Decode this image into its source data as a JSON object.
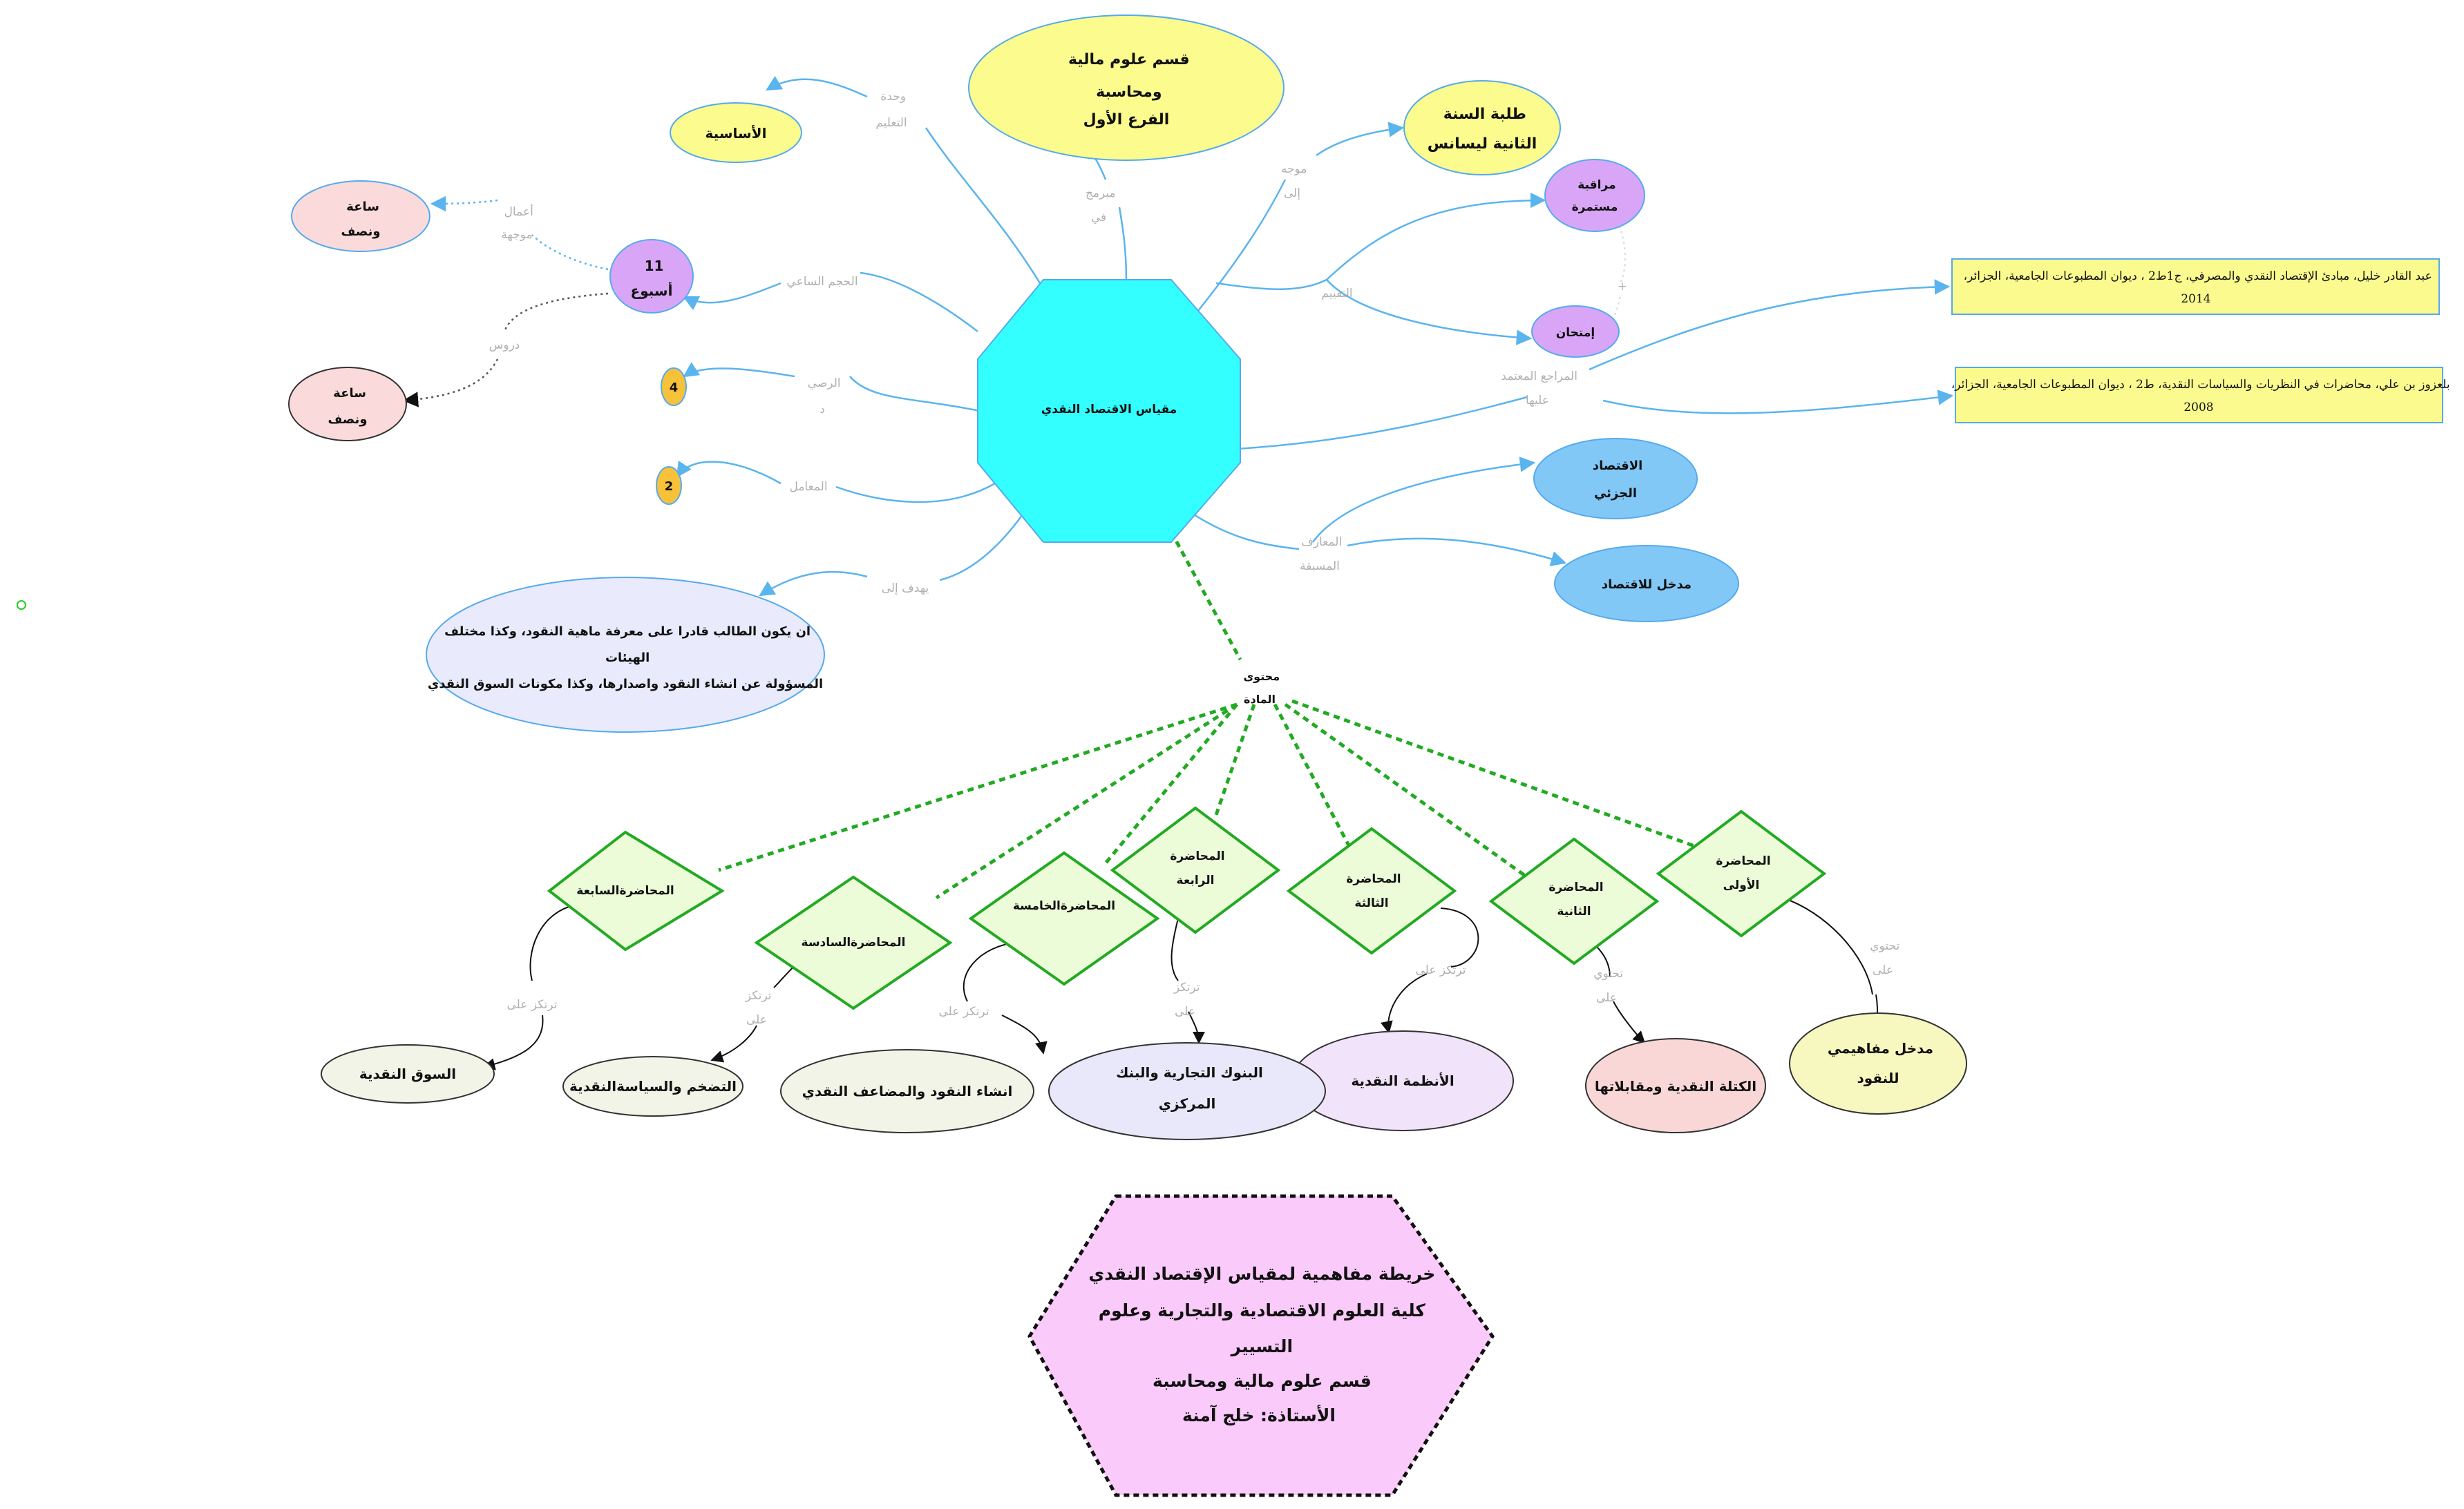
{
  "central": {
    "label": "مقياس الاقتصاد النقدي"
  },
  "nodes": {
    "department": [
      "قسم علوم     مالية",
      "ومحاسبة",
      "الفرع الأول"
    ],
    "students": [
      "طلبة السنة",
      "الثانية ليسانس"
    ],
    "basic_unit": [
      "الأساسية"
    ],
    "weeks": [
      "11",
      "أسبوع"
    ],
    "hour_directed": [
      "ساعة",
      "ونصف"
    ],
    "hour_lessons": [
      "ساعة",
      "ونصف"
    ],
    "coefficient": [
      "4"
    ],
    "credit": [
      "2"
    ],
    "continuous_eval": [
      "مراقبة",
      "مستمرة"
    ],
    "exam": [
      "إمتحان"
    ],
    "micro": [
      "الاقتصاد",
      "الجزئي"
    ],
    "intro_econ": [
      "مدخل للاقتصاد"
    ],
    "objective": [
      "ان يكون الطالب قادرا على معرفة ماهية النقود، وكذا مختلف",
      "الهيئات",
      "المسؤولة عن انشاء النقود واصدارها، وكذا مكونات السوق النقدي"
    ],
    "content": [
      "محتوى",
      "المادة"
    ]
  },
  "references": [
    [
      "عبد القادر خليل، مبادئ الإقتصاد النقدي والمصرفي، ج1ط2 ، ديوان المطبوعات الجامعية، الجزائر،",
      "2014"
    ],
    [
      "بلعزوز بن علي، محاضرات في النظريات والسياسات النقدية، ط2 ، ديوان المطبوعات الجامعية، الجزائر،",
      "2008"
    ]
  ],
  "link_labels": {
    "teaching_unit": [
      "وحدة",
      "التعليم"
    ],
    "programmed": [
      "مبرمج",
      "في"
    ],
    "directed_to": [
      "موجه",
      "إلى"
    ],
    "hourly_volume": [
      "الحجم الساعي"
    ],
    "directed_work": [
      "أعمال",
      "موجهة"
    ],
    "lessons": [
      "دروس"
    ],
    "evaluation": [
      "التقييم"
    ],
    "plus": [
      "+"
    ],
    "references_used": [
      "المراجع المعتمد",
      "عليها"
    ],
    "coefficient_label": [
      "الرصي",
      "د"
    ],
    "credit_label": [
      "المعامل"
    ],
    "prior_knowledge": [
      "المعارف",
      "المسبقة"
    ],
    "aims_to": [
      "يهدف إلى"
    ]
  },
  "lectures": [
    {
      "title": [
        "المحاضرة",
        "الأولى"
      ],
      "link": [
        "تحتوي",
        "على"
      ],
      "topic": [
        "مدخل مفاهيمي",
        "للنقود"
      ],
      "fill": "#f7f7c0"
    },
    {
      "title": [
        "المحاضرة",
        "الثانية"
      ],
      "link": [
        "تحتوي",
        "على"
      ],
      "topic": [
        "الكتلة النقدية ومقابلاتها"
      ],
      "fill": "#f9d7d7"
    },
    {
      "title": [
        "المحاضرة",
        "الثالثة"
      ],
      "link": [
        "ترتكز على"
      ],
      "topic": [
        "الأنظمة النقدية"
      ],
      "fill": "#f0e3fa"
    },
    {
      "title": [
        "المحاضرة",
        "الرابعة"
      ],
      "link": [
        "ترتكز",
        "على"
      ],
      "topic": [
        "البنوك التجارية والبنك",
        "المركزي"
      ],
      "fill": "#e8e8fa"
    },
    {
      "title": [
        "المحاضرةالخامسة"
      ],
      "link": [
        "ترتكز على"
      ],
      "topic": [
        "انشاء النقود والمضاعف النقدي"
      ],
      "fill": "#f2f4e8"
    },
    {
      "title": [
        "المحاضرةالسادسة"
      ],
      "link": [
        "ترتكز",
        "على"
      ],
      "topic": [
        "التضخم والسياسةالنقدية"
      ],
      "fill": "#f2f4e8"
    },
    {
      "title": [
        "المحاضرةالسابعة"
      ],
      "link": [
        "ترتكز على"
      ],
      "topic": [
        "السوق النقدية"
      ],
      "fill": "#f2f4e8"
    }
  ],
  "footer": [
    "خريطة مفاهمية لمقياس الإقتصاد النقدي",
    "كلية العلوم الاقتصادية والتجارية وعلوم",
    "التسيير",
    "قسم علوم مالية ومحاسبة",
    "الأستاذة: خلج آمنة"
  ],
  "colors": {
    "central_fill": "#33ffff",
    "yellow_fill": "#fbfb8e",
    "pink_fill": "#fadada",
    "purple_fill": "#d9a6f7",
    "orange_fill": "#f7c23a",
    "blue_fill": "#82c8f7",
    "lavender_fill": "#e9eafb",
    "ref_fill": "#fafa8e",
    "diamond_fill": "#ecfbd8",
    "diamond_stroke": "#22aa22",
    "footer_fill": "#facafa",
    "link_blue": "#5ab4ee"
  }
}
